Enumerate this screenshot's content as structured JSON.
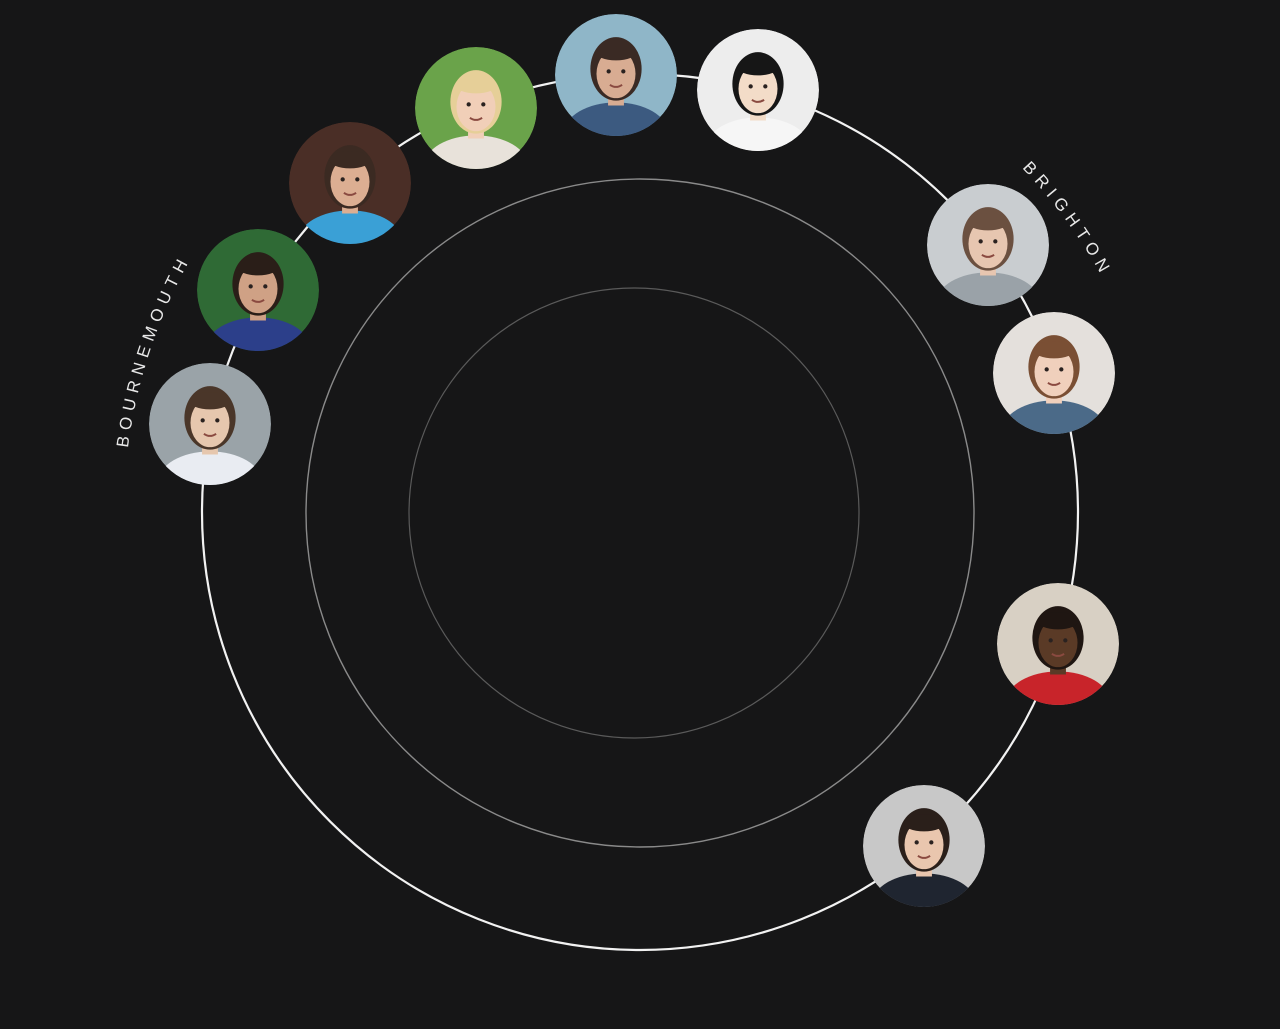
{
  "colors": {
    "background": "#161617",
    "outer_ring": "#f2f2f2",
    "middle_ring": "#8a8a8a",
    "inner_ring": "#5a5a5a",
    "label_text": "#e8e8e8"
  },
  "labels": {
    "left": "BOURNEMOUTH",
    "right": "BRIGHTON"
  },
  "people": [
    {
      "id": "person-1",
      "skin": "#e6c7ae",
      "hair": "#4a3629",
      "bg": "#9aa3a8",
      "shirt": "#e9ecf2"
    },
    {
      "id": "person-2",
      "skin": "#cfa185",
      "hair": "#2a1e18",
      "bg": "#2f6a35",
      "shirt": "#2c3f8a"
    },
    {
      "id": "person-3",
      "skin": "#dcae92",
      "hair": "#3b2a22",
      "bg": "#4a2e26",
      "shirt": "#3aa0d6"
    },
    {
      "id": "person-4",
      "skin": "#f1cfb8",
      "hair": "#e6cf98",
      "bg": "#6aa34a",
      "shirt": "#e8e2da"
    },
    {
      "id": "person-5",
      "skin": "#d8ac92",
      "hair": "#3a2a24",
      "bg": "#8fb6c8",
      "shirt": "#3c5a80"
    },
    {
      "id": "person-6",
      "skin": "#f3dcc8",
      "hair": "#161616",
      "bg": "#ededed",
      "shirt": "#f6f6f6"
    },
    {
      "id": "person-7",
      "skin": "#e7c6b0",
      "hair": "#6b5040",
      "bg": "#c9cdd0",
      "shirt": "#9aa2a8"
    },
    {
      "id": "person-8",
      "skin": "#f0d0bc",
      "hair": "#7a4f34",
      "bg": "#e4e0dc",
      "shirt": "#4b6a88"
    },
    {
      "id": "person-9",
      "skin": "#5a3a26",
      "hair": "#1f1612",
      "bg": "#d8d0c4",
      "shirt": "#c8242a"
    },
    {
      "id": "person-10",
      "skin": "#e9c6ae",
      "hair": "#2a1f1a",
      "bg": "#c8c8c8",
      "shirt": "#1f2530"
    }
  ]
}
